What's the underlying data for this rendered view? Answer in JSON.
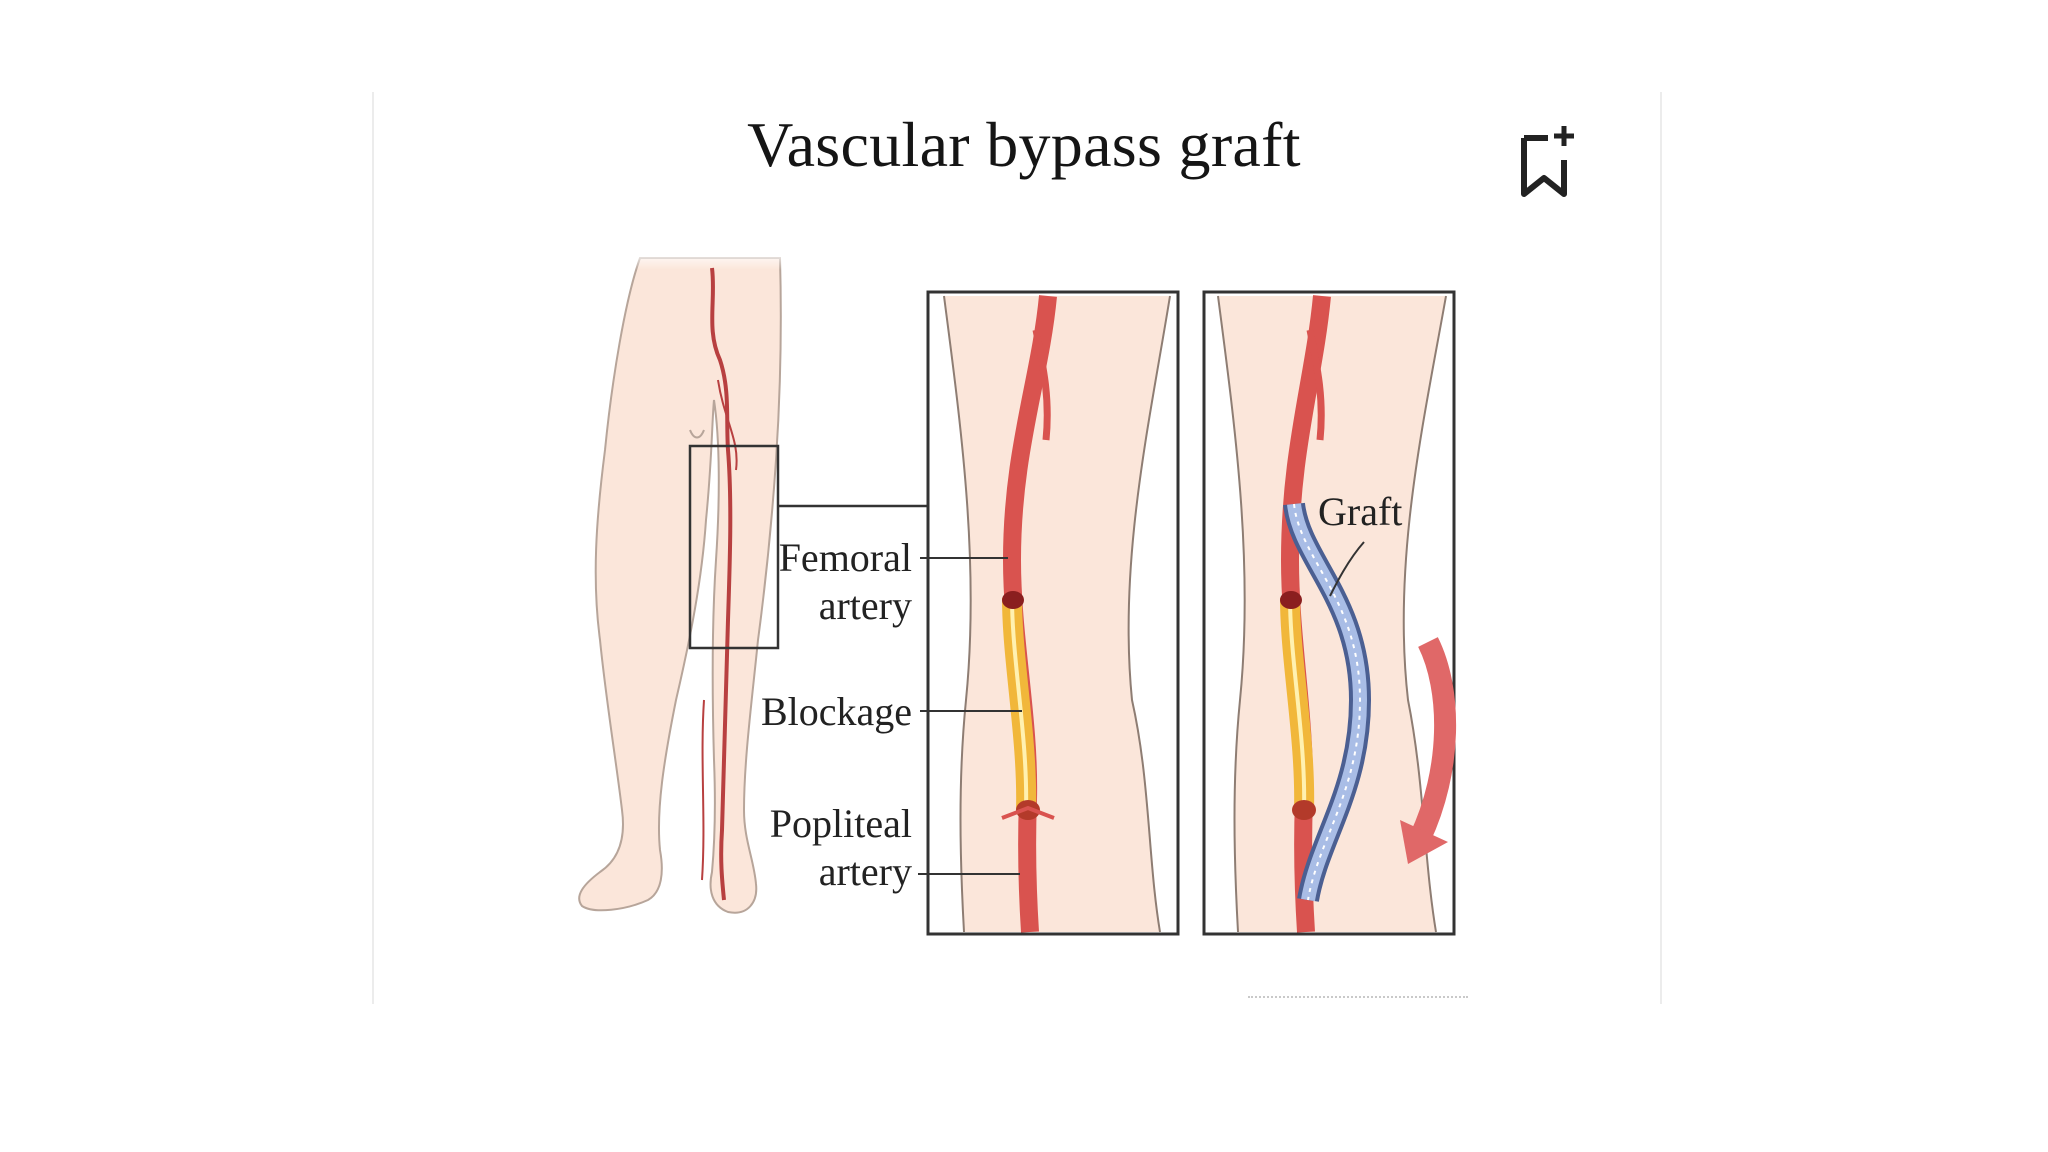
{
  "figure": {
    "title": "Vascular bypass graft",
    "labels": {
      "femoral_line1": "Femoral",
      "femoral_line2": "artery",
      "blockage": "Blockage",
      "popliteal_line1": "Popliteal",
      "popliteal_line2": "artery",
      "graft": "Graft"
    }
  },
  "actions": {
    "bookmark_icon": "bookmark-add-icon"
  },
  "colors": {
    "skin": "#fbe6da",
    "skin_outline": "#b7a59a",
    "artery": "#d9534f",
    "blockage": "#f1b73a",
    "graft": "#8fa6d6",
    "arrow": "#e06868"
  }
}
